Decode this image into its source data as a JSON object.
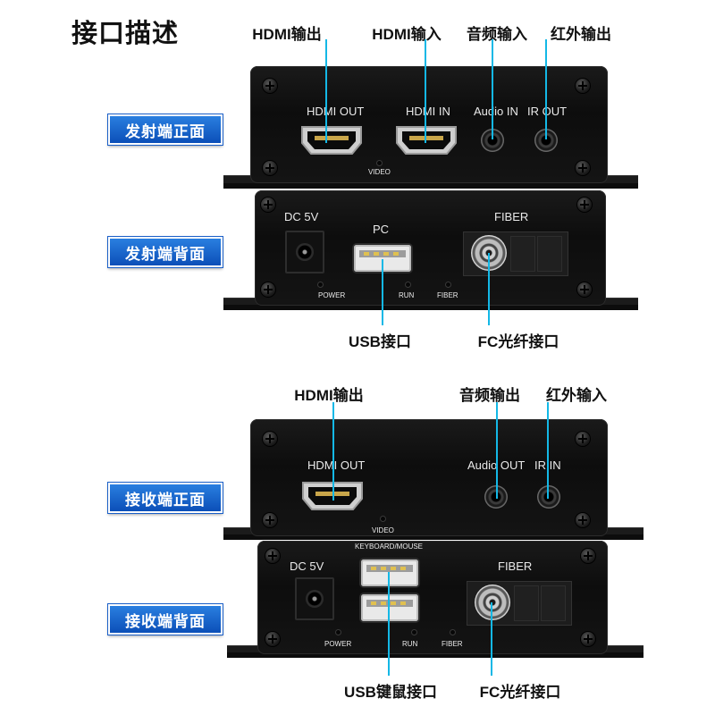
{
  "title": "接口描述",
  "accent_color": "#14b8e6",
  "badge_color": "#0c4fb8",
  "panel_color": "#111111",
  "sections": {
    "tx_front": {
      "tag": "发射端正面",
      "callouts": [
        "HDMI输出",
        "HDMI输入",
        "音频输入",
        "红外输出"
      ],
      "silk": {
        "hdmi_out": "HDMI OUT",
        "hdmi_in": "HDMI IN",
        "audio": "Audio IN",
        "ir": "IR OUT",
        "video": "VIDEO"
      }
    },
    "tx_back": {
      "tag": "发射端背面",
      "callouts": [
        "USB接口",
        "FC光纤接口"
      ],
      "silk": {
        "dc": "DC 5V",
        "pc": "PC",
        "fiber": "FIBER",
        "power": "POWER",
        "run": "RUN",
        "fiber_led": "FIBER"
      }
    },
    "rx_front": {
      "tag": "接收端正面",
      "callouts": [
        "HDMI输出",
        "音频输出",
        "红外输入"
      ],
      "silk": {
        "hdmi_out": "HDMI OUT",
        "audio": "Audio OUT",
        "ir": "IR IN",
        "video": "VIDEO"
      }
    },
    "rx_back": {
      "tag": "接收端背面",
      "callouts": [
        "USB键鼠接口",
        "FC光纤接口"
      ],
      "silk": {
        "dc": "DC 5V",
        "kbm": "KEYBOARD/MOUSE",
        "fiber": "FIBER",
        "power": "POWER",
        "run": "RUN",
        "fiber_led": "FIBER"
      }
    }
  }
}
